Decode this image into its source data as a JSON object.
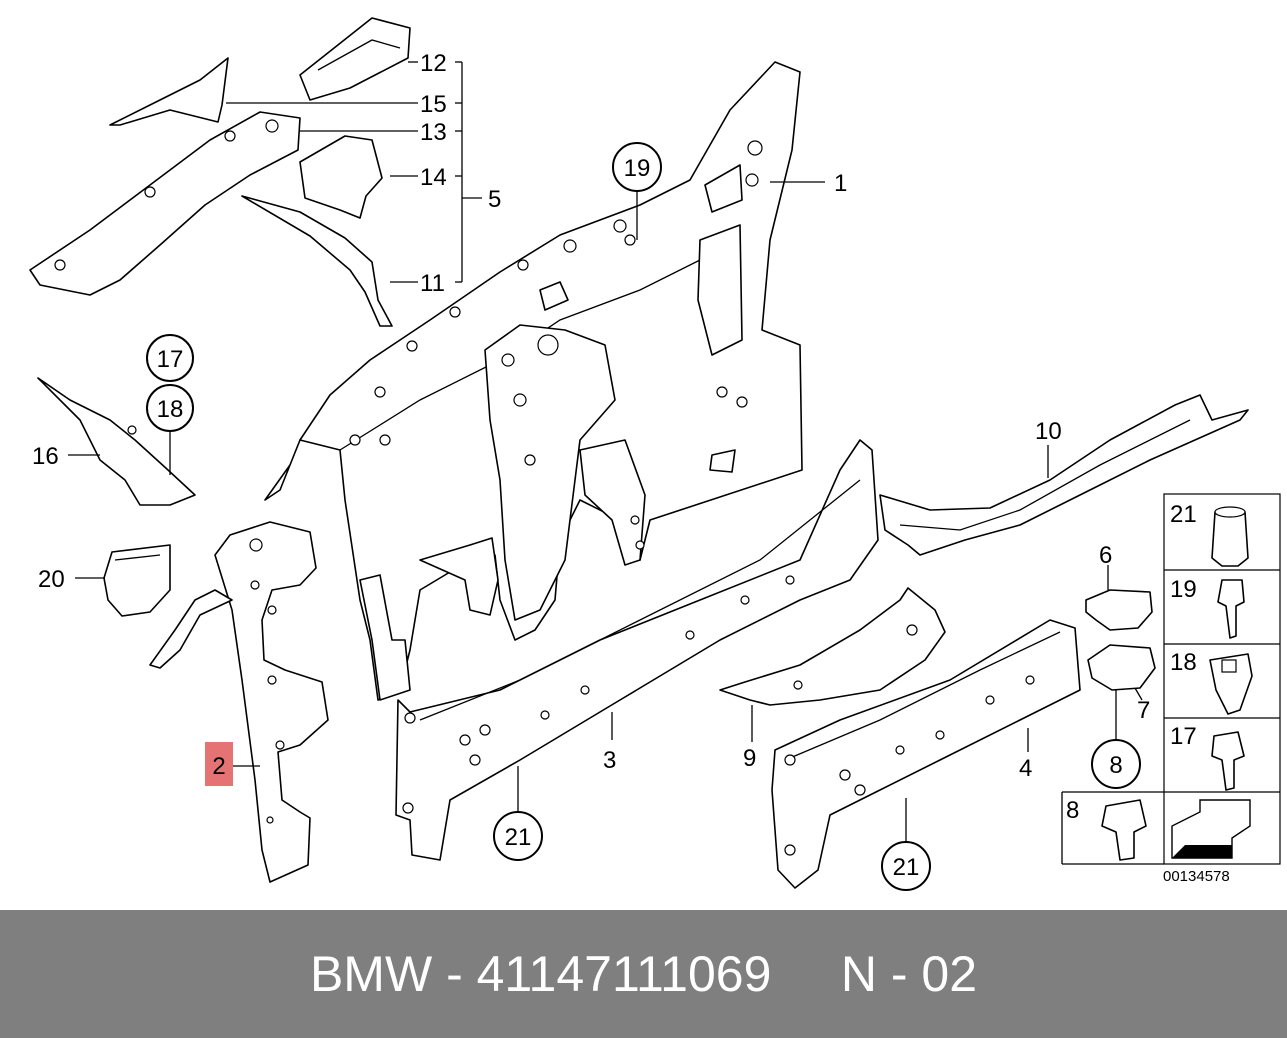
{
  "diagram": {
    "callouts": {
      "p1": "1",
      "p2": "2",
      "p3": "3",
      "p4": "4",
      "p5": "5",
      "p6": "6",
      "p7": "7",
      "p8": "8",
      "p9": "9",
      "p10": "10",
      "p11": "11",
      "p12": "12",
      "p13": "13",
      "p14": "14",
      "p15": "15",
      "p16": "16",
      "p17": "17",
      "p18": "18",
      "p19": "19",
      "p20": "20",
      "p21": "21"
    },
    "highlight_color": "#e57373",
    "legend": [
      "21",
      "19",
      "18",
      "17",
      "8"
    ],
    "image_code": "00134578"
  },
  "footer": {
    "brand": "BMW",
    "separator": "-",
    "part_number": "41147111069",
    "position_code": "N - 02",
    "background": "#7f7f7f",
    "text_color": "#ffffff"
  }
}
